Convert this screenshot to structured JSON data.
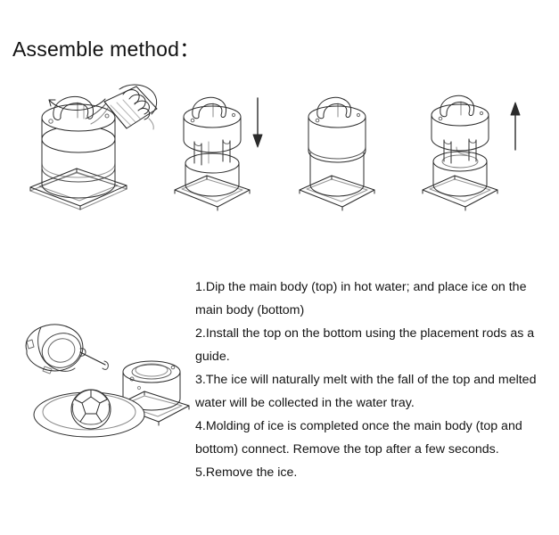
{
  "page": {
    "background_color": "#ffffff",
    "line_color": "#2b2b2b",
    "text_color": "#141414"
  },
  "header": {
    "title": "Assemble method："
  },
  "figures": {
    "row_top": [
      {
        "id": "figure-step-1",
        "caption_hint": "dip-main-body-top-in-hot-water",
        "parts": [
          "main-body-top",
          "main-body-bottom",
          "base-plate",
          "handle",
          "hand-pouring-cup",
          "rotate-arrow"
        ],
        "arrow": "curved-left"
      },
      {
        "id": "figure-step-2",
        "caption_hint": "install-top-on-bottom",
        "parts": [
          "main-body-top",
          "placement-rods",
          "main-body-bottom",
          "base-plate",
          "handle"
        ],
        "arrow": "down"
      },
      {
        "id": "figure-step-3",
        "caption_hint": "top-and-bottom-connected",
        "parts": [
          "main-body-top",
          "main-body-bottom",
          "base-plate",
          "handle"
        ],
        "arrow": "none"
      },
      {
        "id": "figure-step-4",
        "caption_hint": "remove-the-top",
        "parts": [
          "main-body-top",
          "placement-rods",
          "main-body-bottom",
          "base-plate",
          "handle"
        ],
        "arrow": "up"
      }
    ],
    "row_bottom": [
      {
        "id": "figure-step-5",
        "caption_hint": "remove-the-ice",
        "parts": [
          "main-body-top-tilted",
          "main-body-bottom-with-ice",
          "base-plate",
          "serving-plate",
          "soccer-ball-ice"
        ],
        "arrow": "none"
      }
    ]
  },
  "instructions": {
    "lines": [
      "1.Dip the main body (top) in hot water; and place ice on the",
      "main body (bottom)",
      "2.Install the top on the bottom using the placement rods as a",
      "guide.",
      "3.The ice will naturally melt with the fall of the top and melted",
      "water will be collected in the water tray.",
      "4.Molding of ice is completed once the main body (top and",
      "bottom) connect. Remove the top after a few seconds.",
      "5.Remove the ice."
    ]
  }
}
